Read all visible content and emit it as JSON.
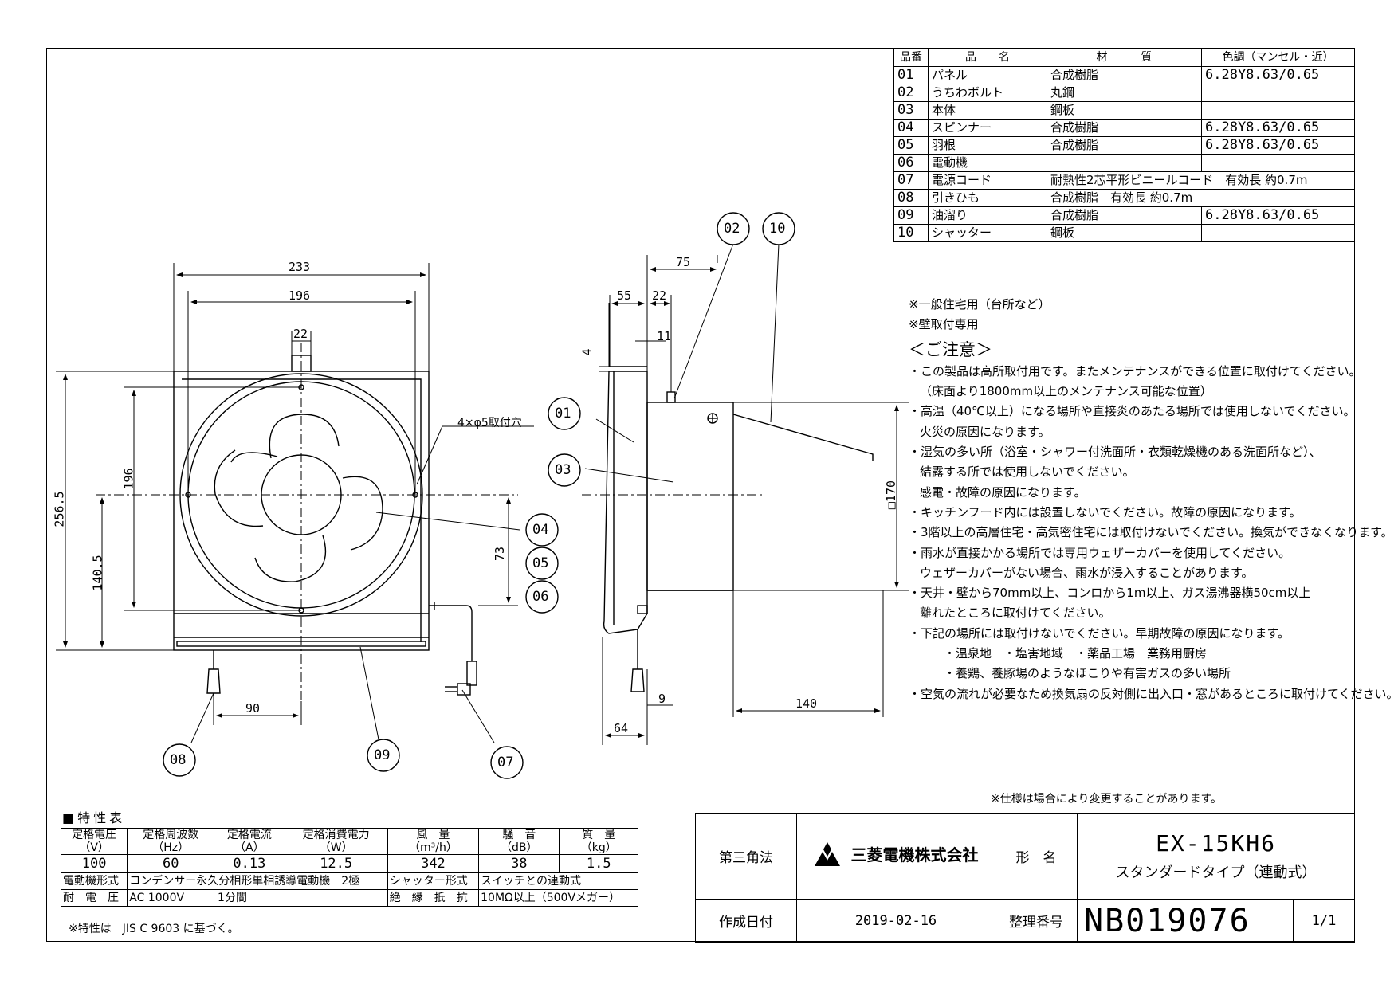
{
  "parts_table": {
    "headers": [
      "品番",
      "品　　名",
      "材　　　質",
      "色調（マンセル・近）"
    ],
    "rows": [
      {
        "no": "01",
        "name": "パネル",
        "material": "合成樹脂",
        "color": "6.28Y8.63/0.65"
      },
      {
        "no": "02",
        "name": "うちわボルト",
        "material": "丸鋼",
        "color": ""
      },
      {
        "no": "03",
        "name": "本体",
        "material": "鋼板",
        "color": ""
      },
      {
        "no": "04",
        "name": "スピンナー",
        "material": "合成樹脂",
        "color": "6.28Y8.63/0.65"
      },
      {
        "no": "05",
        "name": "羽根",
        "material": "合成樹脂",
        "color": "6.28Y8.63/0.65"
      },
      {
        "no": "06",
        "name": "電動機",
        "material": "",
        "color": ""
      },
      {
        "no": "07",
        "name": "電源コード",
        "material": "耐熱性2芯平形ビニールコード　有効長 約0.7m",
        "color": ""
      },
      {
        "no": "08",
        "name": "引きひも",
        "material": "合成樹脂　有効長 約0.7m",
        "color": ""
      },
      {
        "no": "09",
        "name": "油溜り",
        "material": "合成樹脂",
        "color": "6.28Y8.63/0.65"
      },
      {
        "no": "10",
        "name": "シャッター",
        "material": "鋼板",
        "color": ""
      }
    ]
  },
  "notes": {
    "usage1": "※一般住宅用（台所など）",
    "usage2": "※壁取付専用",
    "heading": "＜ご注意＞",
    "lines": [
      "・この製品は高所取付用です。またメンテナンスができる位置に取付けてください。",
      "（床面より1800mm以上のメンテナンス可能な位置）",
      "・高温（40℃以上）になる場所や直接炎のあたる場所では使用しないでください。",
      "火災の原因になります。",
      "・湿気の多い所（浴室・シャワー付洗面所・衣類乾燥機のある洗面所など）、",
      "結露する所では使用しないでください。",
      "感電・故障の原因になります。",
      "・キッチンフード内には設置しないでください。故障の原因になります。",
      "・3階以上の高層住宅・高気密住宅には取付けないでください。換気ができなくなります。",
      "・雨水が直接かかる場所では専用ウェザーカバーを使用してください。",
      "ウェザーカバーがない場合、雨水が浸入することがあります。",
      "・天井・壁から70mm以上、コンロから1m以上、ガス湯沸器横50cm以上",
      "離れたところに取付けてください。",
      "・下記の場所には取付けないでください。早期故障の原因になります。",
      "・温泉地　・塩害地域　・薬品工場　業務用厨房",
      "・養鶏、養豚場のようなほこりや有害ガスの多い場所",
      "・空気の流れが必要なため換気扇の反対側に出入口・窓があるところに取付けてください。"
    ],
    "spec_change": "※仕様は場合により変更することがあります。"
  },
  "dimensions": {
    "front_width": "233",
    "front_inner": "196",
    "cord_width": "22",
    "height_total": "256.5",
    "height_inner": "196",
    "height_center": "140.5",
    "cord_offset": "73",
    "pull_offset": "90",
    "holes": "4×φ5取付穴",
    "side_75": "75",
    "side_55": "55",
    "side_22": "22",
    "side_11": "11",
    "side_4": "4",
    "side_170": "□170",
    "side_9": "9",
    "side_64": "64",
    "side_140": "140"
  },
  "callouts": [
    "01",
    "02",
    "03",
    "04",
    "05",
    "06",
    "07",
    "08",
    "09",
    "10"
  ],
  "spec_table": {
    "title": "■特性表",
    "headers": [
      "定格電圧",
      "定格周波数",
      "定格電流",
      "定格消費電力",
      "風　量",
      "騒　音",
      "質　量"
    ],
    "units": [
      "（V）",
      "（Hz）",
      "（A）",
      "（W）",
      "（m³/h）",
      "（dB）",
      "（kg）"
    ],
    "values": [
      "100",
      "60",
      "0.13",
      "12.5",
      "342",
      "38",
      "1.5"
    ],
    "motor_label": "電動機形式",
    "motor_value": "コンデンサー永久分相形単相誘導電動機　2極",
    "shutter_label": "シャッター形式",
    "shutter_value": "スイッチとの連動式",
    "voltage_label": "耐　電　圧",
    "voltage_value": "AC 1000V　　　1分間",
    "insulation_label": "絶　縁　抵　抗",
    "insulation_value": "10MΩ以上（500Vメガー）",
    "note": "※特性は　JIS C 9603 に基づく。"
  },
  "title_block": {
    "projection": "第三角法",
    "company": "三菱電機株式会社",
    "model_label": "形　名",
    "model": "EX-15KH6",
    "model_desc": "スタンダードタイプ（連動式）",
    "date_label": "作成日付",
    "date": "2019-02-16",
    "number_label": "整理番号",
    "number": "NB019076",
    "page": "1/1"
  }
}
